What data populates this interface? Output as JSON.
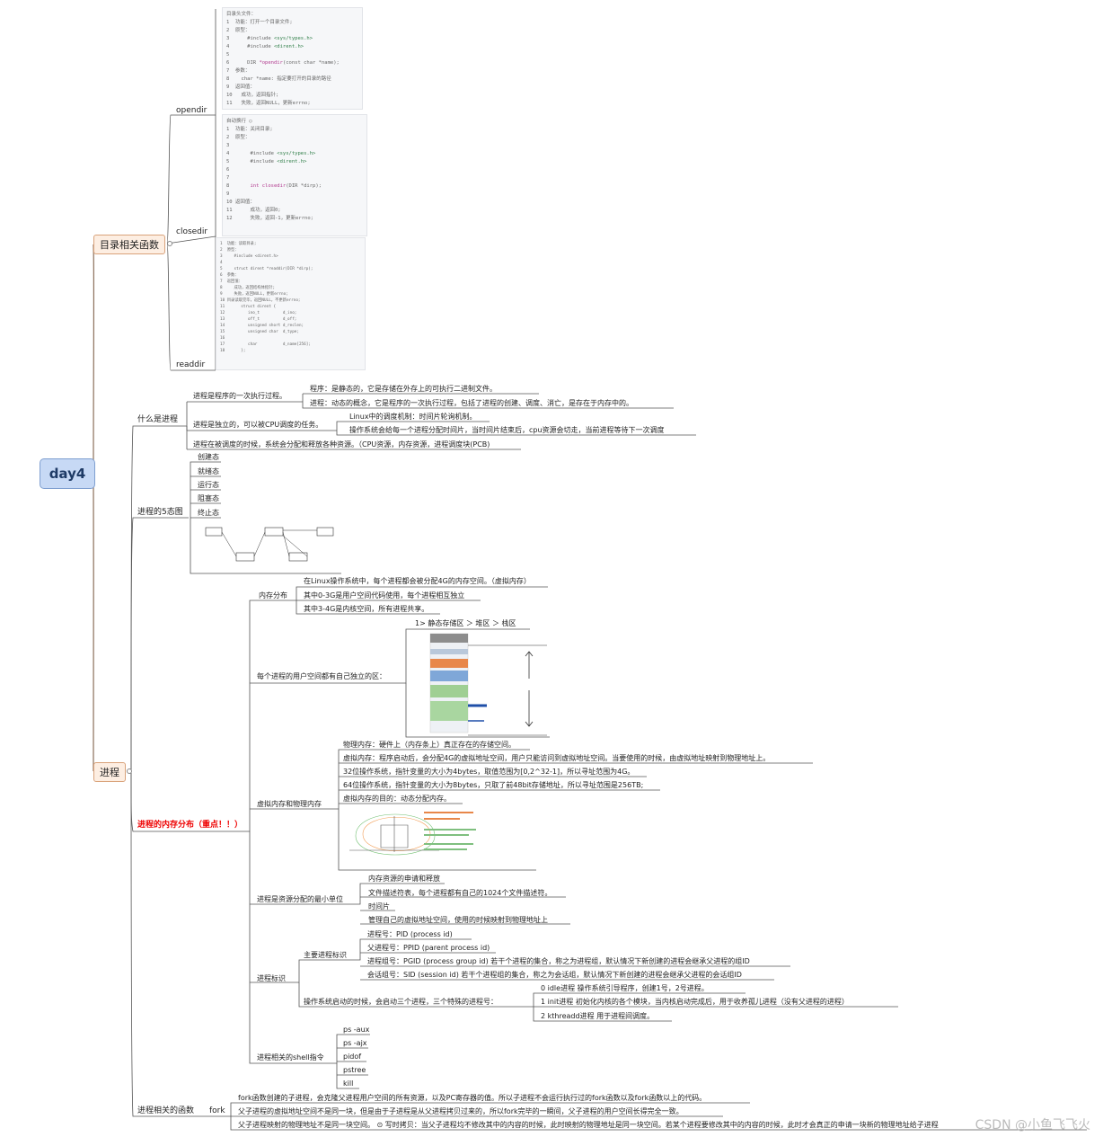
{
  "root": "day4",
  "dir_funcs": {
    "title": "目录相关函数",
    "opendir": "opendir",
    "closedir": "closedir",
    "readdir": "readdir"
  },
  "process": {
    "title": "进程",
    "what": {
      "label": "什么是进程",
      "a": "进程是程序的一次执行过程。",
      "a1": "程序：是静态的，它是存储在外存上的可执行二进制文件。",
      "a2": "进程：动态的概念，它是程序的一次执行过程，包括了进程的创建、调度、消亡，是存在于内存中的。",
      "b": "进程是独立的，可以被CPU调度的任务。",
      "b1": "Linux中的调度机制：时间片轮询机制。",
      "b2": "操作系统会给每一个进程分配时间片，当时间片结束后，cpu资源会切走，当前进程等待下一次调度",
      "c": "进程在被调度的时候，系统会分配和释放各种资源。（CPU资源，内存资源，进程调度块(PCB)"
    },
    "states": {
      "label": "进程的5态图",
      "items": [
        "创建态",
        "就绪态",
        "运行态",
        "阻塞态",
        "终止态"
      ]
    },
    "memory": {
      "label": "进程的内存分布（重点！！）",
      "layout": {
        "label": "内存分布",
        "a": "在Linux操作系统中，每个进程都会被分配4G的内存空间。（虚拟内存）",
        "b": "其中0-3G是用户空间代码使用，每个进程相互独立",
        "c": "其中3-4G是内核空间，所有进程共享。"
      },
      "user_space": {
        "label": "每个进程的用户空间都有自己独立的区：",
        "a": "1> 静态存储区 ＞ 堆区 ＞ 栈区"
      },
      "virtual": {
        "label": "虚拟内存和物理内存",
        "a": "物理内存：硬件上（内存条上）真正存在的存储空间。",
        "b": "虚拟内存：程序启动后，会分配4G的虚拟地址空间，用户只能访问到虚拟地址空间。当要使用的时候，由虚拟地址映射到物理地址上。",
        "c": "32位操作系统，指针变量的大小为4bytes，取值范围为[0,2^32-1]，所以寻址范围为4G。",
        "d": "64位操作系统，指针变量的大小为8bytes，只取了前48bit存储地址，所以寻址范围是256TB;",
        "e": "虚拟内存的目的：动态分配内存。"
      },
      "resource": {
        "label": "进程是资源分配的最小单位",
        "a": "内存资源的申请和释放",
        "b": "文件描述符表，每个进程都有自己的1024个文件描述符。",
        "c": "时间片",
        "d": "管理自己的虚拟地址空间，使用的时候映射到物理地址上"
      },
      "ident": {
        "label": "进程标识",
        "main_label": "主要进程标识",
        "pid": "进程号：PID     (process id)",
        "ppid": "父进程号：PPID    (parent process id)",
        "pgid": "进程组号：PGID    (process group id)      若干个进程的集合，称之为进程组，默认情况下新创建的进程会继承父进程的组ID",
        "sid": "会话组号：SID    (session id)      若干个进程组的集合，称之为会话组，默认情况下新创建的进程会继承父进程的会话组ID",
        "boot_label": "操作系统启动的时候，会启动三个进程，三个特殊的进程号：",
        "p0": "0       idle进程       操作系统引导程序，创建1号，2号进程。",
        "p1": "1     init进程       初始化内核的各个模块，当内核启动完成后，用于收养孤儿进程（没有父进程的进程）",
        "p2": "2     kthreadd进程    用于进程间调度。"
      },
      "shell": {
        "label": "进程相关的shell指令",
        "items": [
          "ps -aux",
          "ps -ajx",
          "pidof",
          "pstree",
          "kill"
        ]
      }
    },
    "funcs": {
      "label": "进程相关的函数",
      "fork": "fork",
      "a": "fork函数创建的子进程，会克隆父进程用户空间的所有资源，以及PC寄存器的值。所以子进程不会运行执行过的fork函数以及fork函数以上的代码。",
      "b": "父子进程的虚拟地址空间不是同一块，但是由于子进程是从父进程拷贝过来的，所以fork完毕的一瞬间，父子进程的用户空间长得完全一致。",
      "c": "父子进程映射的物理地址不是同一块空间。    ⊙    写时拷贝：当父子进程均不修改其中的内容的时候，此时映射的物理地址是同一块空间。若某个进程要修改其中的内容的时候，此时才会真正的申请一块新的物理地址给子进程"
    }
  },
  "watermark": "CSDN @小鱼飞飞火"
}
